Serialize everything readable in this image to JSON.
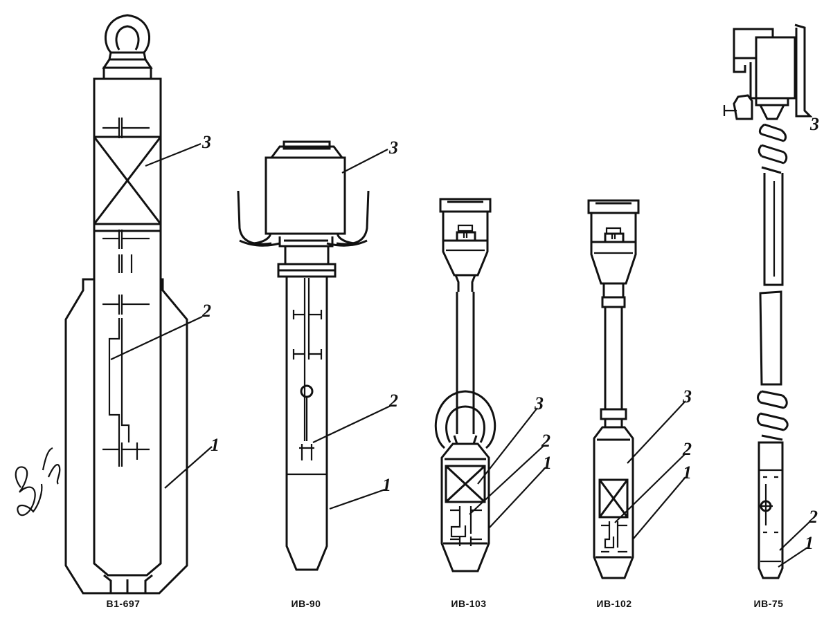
{
  "figure": {
    "instruments": [
      {
        "caption": "В1-697",
        "callouts": [
          "1",
          "2",
          "3"
        ]
      },
      {
        "caption": "ИВ-90",
        "callouts": [
          "1",
          "2",
          "3"
        ]
      },
      {
        "caption": "ИВ-103",
        "callouts": [
          "1",
          "2",
          "3"
        ]
      },
      {
        "caption": "ИВ-102",
        "callouts": [
          "1",
          "2",
          "3"
        ]
      },
      {
        "caption": "ИВ-75",
        "callouts": [
          "1",
          "2",
          "3"
        ]
      }
    ]
  }
}
